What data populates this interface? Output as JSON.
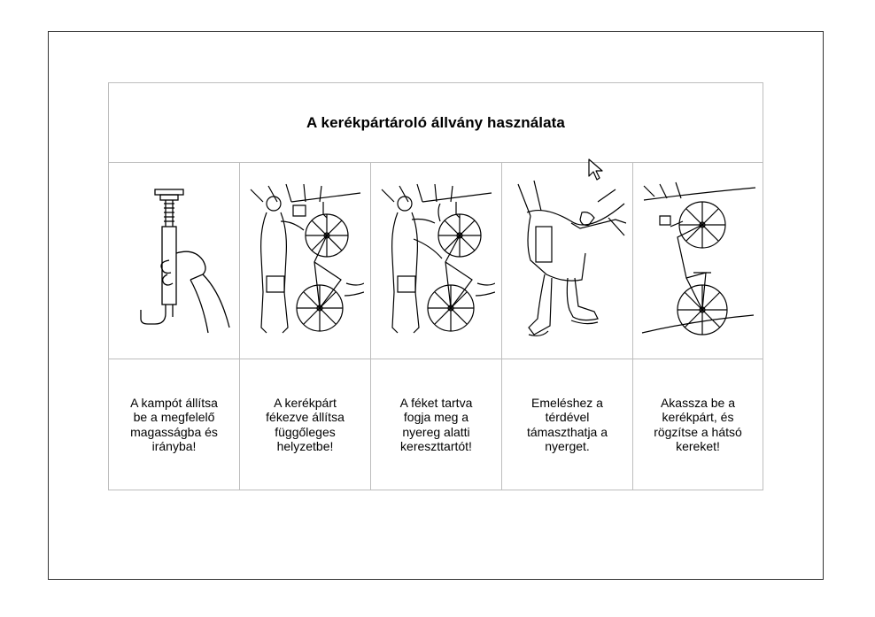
{
  "title": "A kerékpártároló állvány használata",
  "steps": [
    {
      "illustration_icon": "hook-stand-adjust-illustration",
      "caption": "A kampót állítsa\nbe a megfelelő\nmagasságba és\nirányba!"
    },
    {
      "illustration_icon": "braked-bike-upright-illustration",
      "caption": "A kerékpárt\nfékezve állítsa\nfüggőleges\nhelyzetbe!"
    },
    {
      "illustration_icon": "hold-brake-grab-frame-illustration",
      "caption": "A féket tartva\nfogja meg a\nnyereg alatti\nkereszttartót!"
    },
    {
      "illustration_icon": "knee-support-saddle-illustration",
      "caption": "Emeléshez a\ntérdével\ntámaszthatja a\nnyerget."
    },
    {
      "illustration_icon": "hang-bike-fix-rear-wheel-illustration",
      "caption": "Akassza be a\nkerékpárt, és\nrögzítse a hátsó\nkereket!"
    }
  ],
  "colors": {
    "border": "#bdbdbd",
    "frame": "#333333",
    "ink": "#000000"
  }
}
